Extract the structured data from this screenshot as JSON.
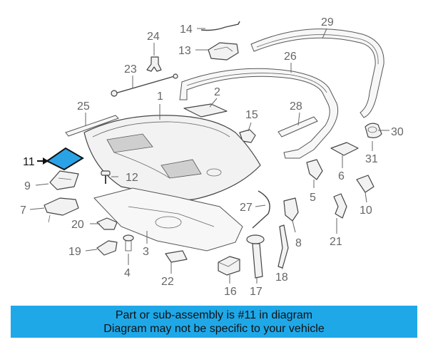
{
  "callouts": {
    "c1": "1",
    "c2": "2",
    "c3": "3",
    "c4": "4",
    "c5": "5",
    "c6": "6",
    "c7": "7",
    "c8": "8",
    "c9": "9",
    "c10": "10",
    "c11": "11",
    "c12": "12",
    "c13": "13",
    "c14": "14",
    "c15": "15",
    "c16": "16",
    "c17": "17",
    "c18": "18",
    "c19": "19",
    "c20": "20",
    "c21": "21",
    "c22": "22",
    "c23": "23",
    "c24": "24",
    "c25": "25",
    "c26": "26",
    "c27": "27",
    "c28": "28",
    "c29": "29",
    "c30": "30",
    "c31": "31"
  },
  "highlighted_part": "11",
  "colors": {
    "highlight": "#2aa3e6",
    "banner": "#1fa8e8"
  },
  "banner": {
    "line1": "Part or sub-assembly is #11 in diagram",
    "line2": "Diagram may not be specific to your vehicle"
  }
}
